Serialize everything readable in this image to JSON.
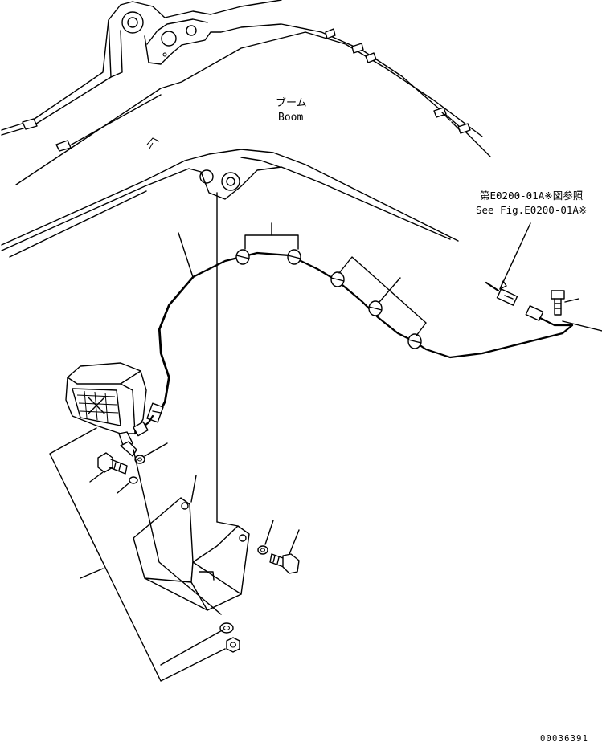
{
  "boom_label": {
    "japanese": "ブーム",
    "english": "Boom"
  },
  "reference": {
    "japanese": "第E0200-01A※図参照",
    "english": "See Fig.E0200-01A※"
  },
  "drawing_number": "00036391"
}
